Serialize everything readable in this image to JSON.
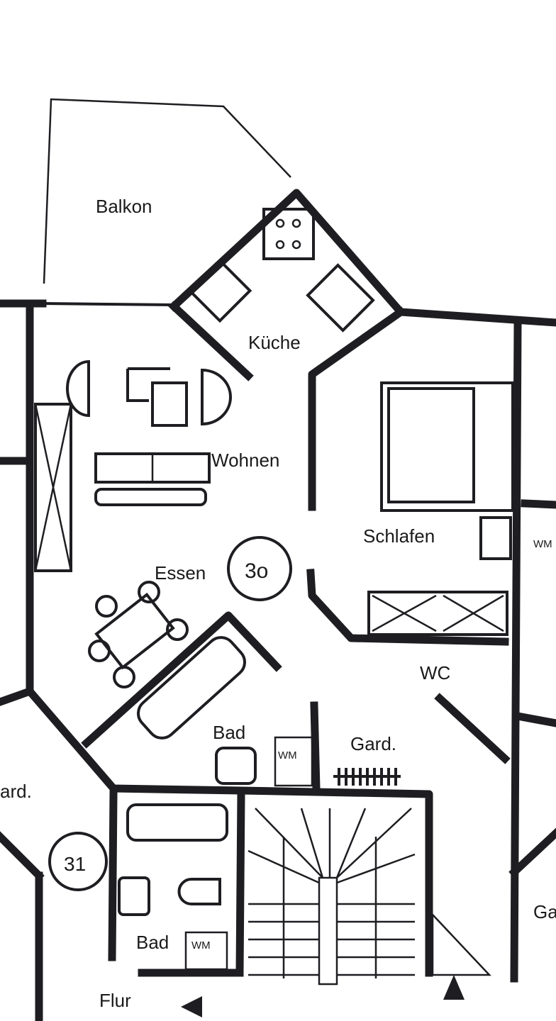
{
  "rooms": {
    "balkon": "Balkon",
    "kueche": "Küche",
    "wohnen": "Wohnen",
    "essen": "Essen",
    "schlafen": "Schlafen",
    "wc": "WC",
    "bad_upper": "Bad",
    "gard_center": "Gard.",
    "gard_left": "ard.",
    "bad_lower": "Bad",
    "flur": "Flur",
    "gard_right": "Ga"
  },
  "unit_numbers": {
    "unit_30": "3o",
    "unit_31": "31"
  },
  "appliances": {
    "wm_upper": "WM",
    "wm_lower": "WM",
    "wm_right": "WM"
  },
  "colors": {
    "wall": "#1e1e22",
    "background": "#ffffff"
  }
}
